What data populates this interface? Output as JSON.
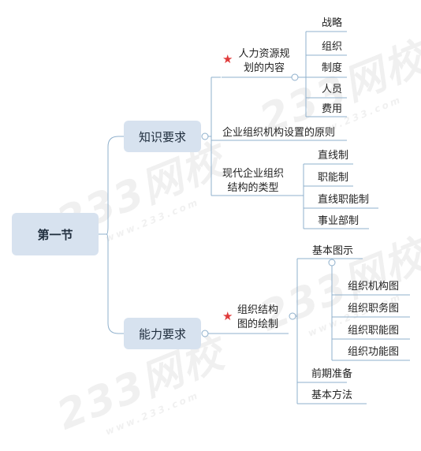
{
  "root": {
    "label": "第一节"
  },
  "knowledge": {
    "label": "知识要求",
    "hr_planning": {
      "label": "人力资源规划的内容",
      "items": [
        "战略",
        "组织",
        "制度",
        "人员",
        "费用"
      ]
    },
    "principles": {
      "label": "企业组织机构设置的原则"
    },
    "org_types": {
      "label": "现代企业组织结构的类型",
      "items": [
        "直线制",
        "职能制",
        "直线职能制",
        "事业部制"
      ]
    }
  },
  "ability": {
    "label": "能力要求",
    "drawing": {
      "label": "组织结构图的绘制",
      "basic_diagrams": {
        "label": "基本图示",
        "items": [
          "组织机构图",
          "组织职务图",
          "组织职能图",
          "组织功能图"
        ]
      },
      "preparation": {
        "label": "前期准备"
      },
      "methods": {
        "label": "基本方法"
      }
    }
  },
  "watermark": {
    "text": "233网校",
    "sub": "www.233.com"
  },
  "colors": {
    "line": "#8fb0cc",
    "box": "#d7e2ef",
    "star": "#e03b3b"
  },
  "icons": {
    "marker": "star-icon",
    "collapse": "collapse-toggle-icon"
  }
}
